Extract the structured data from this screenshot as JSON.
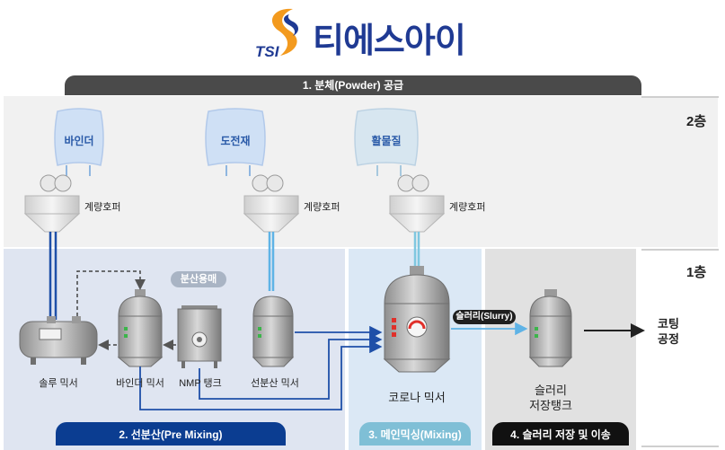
{
  "logo": {
    "brand": "티에스아이",
    "abbr": "TSI"
  },
  "topbar": {
    "label": "1.  분체(Powder) 공급"
  },
  "floors": {
    "floor2": "2층",
    "floor1": "1층"
  },
  "powders": [
    {
      "label": "바인더"
    },
    {
      "label": "도전재"
    },
    {
      "label": "활물질"
    }
  ],
  "hoppers": [
    {
      "label": "계량호퍼"
    },
    {
      "label": "계량호퍼"
    },
    {
      "label": "계량호퍼"
    }
  ],
  "equipment": {
    "solo_mixer": "솔루 믹서",
    "binder_mixer": "바인더 믹서",
    "nmp_tank": "NMP 탱크",
    "predisp_mixer": "선분산 믹서",
    "corona_mixer": "코로나 믹서",
    "slurry_tank": [
      "슬러리",
      "저장탱크"
    ],
    "coating": [
      "코팅",
      "공정"
    ]
  },
  "badges": {
    "solvent": "분산용매",
    "slurry": "슬러리(Slurry)"
  },
  "zones": {
    "premix": "2. 선분산(Pre Mixing)",
    "mixing": "3. 메인믹싱(Mixing)",
    "storage": "4. 슬러리 저장 및 이송"
  },
  "colors": {
    "brand_blue": "#1f3a93",
    "brand_orange": "#f39a1e",
    "zone_premix_footer": "#0b3d91",
    "zone_mixing_footer": "#7fbfd6",
    "zone_storage_footer": "#111111",
    "pipe_dark": "#1e4fa8",
    "pipe_light": "#5fb3e6"
  }
}
